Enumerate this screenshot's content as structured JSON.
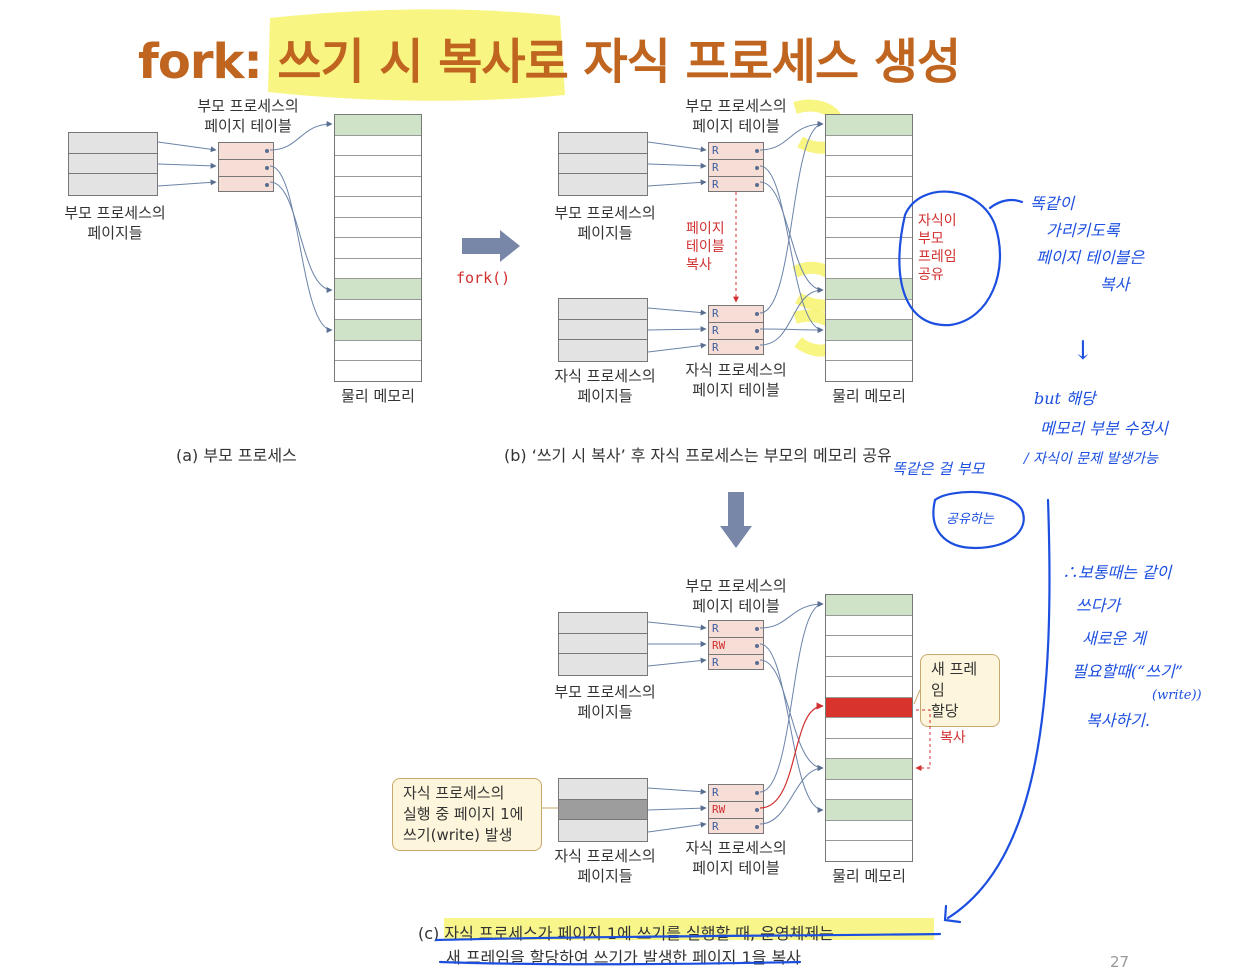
{
  "title": "fork: 쓰기 시 복사로 자식 프로세스 생성",
  "labels": {
    "parent_page_table": [
      "부모 프로세스의",
      "페이지 테이블"
    ],
    "parent_pages": [
      "부모 프로세스의",
      "페이지들"
    ],
    "child_page_table": [
      "자식 프로세스의",
      "페이지 테이블"
    ],
    "child_pages": [
      "자식 프로세스의",
      "페이지들"
    ],
    "physical_memory": "물리 메모리",
    "fork_call": "fork()",
    "pt_copy": [
      "페이지",
      "테이블",
      "복사"
    ],
    "shared_frame": [
      "자식이",
      "부모",
      "프레임",
      "공유"
    ],
    "new_frame": [
      "새 프레임",
      "할당"
    ],
    "copy": "복사",
    "write_occurs": [
      "자식 프로세스의",
      "실행 중 페이지 1에",
      "쓰기(write) 발생"
    ]
  },
  "captions": {
    "a": "(a) 부모 프로세스",
    "b": "(b) ‘쓰기 시 복사’ 후 자식 프로세스는 부모의 메모리 공유",
    "c_line1": "(c) 자식 프로세스가 페이지 1에 쓰기를 실행할 때, 운영체제는",
    "c_line2": "새 프레임을 할당하여 쓰기가 발생한 페이지 1을 복사"
  },
  "page_table_entries": {
    "b_parent": [
      "R",
      "R",
      "R"
    ],
    "b_child": [
      "R",
      "R",
      "R"
    ],
    "c_parent": [
      "R",
      "RW",
      "R"
    ],
    "c_child": [
      "R",
      "RW",
      "R"
    ]
  },
  "page_number": "27",
  "handwritten": {
    "note1": [
      "똑같이",
      "가리키도록",
      "페이지 테이블은",
      "복사"
    ],
    "arrow": "↓",
    "note2": [
      "but 해당",
      "메모리 부분 수정시",
      "/ 자식이 문제 발생가능"
    ],
    "note3": [
      "똑같은 걸 부모",
      "공유하는"
    ],
    "note4": [
      "∴보통때는 같이",
      "쓰다가",
      "새로운 게",
      "필요할때(“쓰기”",
      "(write))",
      "복사하기."
    ]
  },
  "colors": {
    "title": "#c0651f",
    "highlight": "#f5f25a",
    "ink": "#1c4fe0",
    "frame_green": "#cfe3c8",
    "frame_red": "#d8342c",
    "table_pink": "#f6ddd6"
  }
}
